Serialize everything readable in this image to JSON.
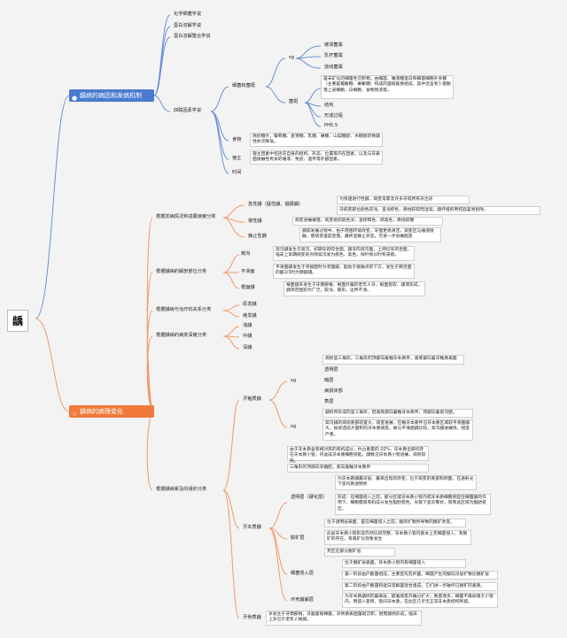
{
  "root": "龋",
  "branch1": {
    "label": "龋病的病因和发病机制",
    "theories": [
      "化学细菌学说",
      "蛋白溶解学说",
      "蛋白溶解螯合学说"
    ],
    "four_factors": "四联因素学说",
    "bacteria": "细菌和菌斑",
    "bacteria_types": [
      "链球菌属",
      "乳杆菌属",
      "放线菌属"
    ],
    "bacteria_s": "sg",
    "plaque": "菌斑",
    "plaque_desc": "是未矿化的细菌性沉积物，由细菌、唾液糖蛋白和细菌细胞外多糖（主要是葡聚糖、果聚糖）构成的菌斑基质组成，其中还含有少量脱落上皮细胞、白细胞、食物残渣等。",
    "plaque_items": [
      "结构",
      "形成过程",
      "PH5.5"
    ],
    "food": "食物",
    "food_desc": "除奶糖外，葡萄糖、麦芽糖、乳糖、果糖、山梨糖醇、木糖醇的致龋性依次降低。",
    "host": "宿主",
    "host_desc": "宿主因素中包括牙自身的结构、形态、位置等内在因素，以及与牙表面接触性有关的唾液、免疫、遗传等外部因素。",
    "time": "时间"
  },
  "branch2": {
    "label": "龋病的病理变化",
    "speed": "根据发病情况和进展速度分类",
    "speed_items": [
      {
        "name": "急性龋（猛性龋、猖獗龋）",
        "desc1": "为快速进行性龋，病变常累及许多牙或所有牙出牙",
        "desc2": "牙病变部位颜色较浅，呈浅棕色，质地较软而湿润，龋坏组织用挖匙容易刮除。"
      },
      {
        "name": "慢性龋",
        "desc1": "病变进展缓慢，病变组织颜色深，呈棕褐色、棕黑色，质地较硬"
      },
      {
        "name": "静止性龋",
        "desc1": "龋病发展过程中，由于周围环境改变，牙面更易清洁，病变区与唾液接触，使病变速度变慢，最终呈静止状态，无进一步进展趋势"
      }
    ],
    "anatomy": "根据龋病的解剖部位分类",
    "anatomy_items": [
      {
        "name": "窝沟",
        "desc": "窝沟龋发生于窝沟，初期牙的咬合面，龋牙的窝沟面，上颌切牙的舌面，临床上早期病变的点隙窝沟发为棕色、黑色，探针探诊时有滞留。"
      },
      {
        "name": "平滑面",
        "desc": "平滑面龋发生于邻接面时为邻面龋，起始于接触点的下方，发生于颊舌面的龈1/3时为颈部龋。"
      },
      {
        "name": "根面龋",
        "desc": "根面龋多发生于牙颈部根、根面外露的老年人牙，根面变软、龋洞形成，龋洞范围较为广泛，较浅，碟形，边界不清。"
      }
    ],
    "relation": "根据龋病与治疗的关系分类",
    "relation_items": [
      "原发龋",
      "继发龋"
    ],
    "depth": "根据龋病的病变深度分类",
    "depth_items": [
      "浅龋",
      "中龋",
      "深龋"
    ],
    "enamel": "牙釉质龋",
    "enamel_a": "sg",
    "enamel_a_desc": "病损呈三角形，三角形的顶部向着釉牙本质界，基底部向着牙釉质表面",
    "enamel_zones": [
      "透明层",
      "暗层",
      "病损体部",
      "表层"
    ],
    "enamel_b": "sg",
    "enamel_b_desc1": "龋损所形成的呈三角形，但基底部向着釉牙本质界，顶部向着窝沟壁。",
    "enamel_b_desc2": "窝沟龋的病损底部较宽大，病变进展，在釉牙本质界沿牙本质区域较平滑面龋大，很易造成大面积的牙本质病变。故与平滑面龋比较，窝沟龋进展快，程度严重。",
    "classification": "根据龋病累及的组织分类",
    "dentin": "牙本质龋",
    "dentin_desc1": "由于牙本质含有相对高的有机成分，约占重量的 20%，牙本质全部均存在牙本质小管，内含成牙本质细胞突起，龋致沿牙本质小管进展，病程较快。",
    "dentin_desc2": "三角形的顶部向牙髓腔，底向着釉牙本质界",
    "zones": [
      {
        "name": "透明层（硬化层）",
        "d1": "为牙本质龋最深层、最早出现的改变，位于病变的底部和侧面，在透射光下呈均质透明状",
        "d2": "形成：在细菌侵入之前，部分区域牙本质小管内或牙本质细胞突起在细菌酶的作用下，细胞膜等有机成分发生脂肪变性，光镜下呈云雾状，管周此区域为脂肪变区。"
      },
      {
        "name": "脱矿层",
        "d1": "位于透明层表面，是在细菌侵入之前，酸的扩散所导致的脱矿改变。",
        "d2": "此层牙本质小管形态仍然比较完整，牙本质小管内基本上无细菌侵入，有脱矿的存在，有再矿化现象发生",
        "d3": "死区在部分脱矿层"
      },
      {
        "name": "细菌侵入层",
        "d1": "位于脱矿层表面，牙本质小管内有细菌侵入",
        "d2": "第一阶段由产酸菌组成，主要首先乳杆菌，细菌产生的酸向深层扩散达脱矿层",
        "d3": "第二阶段由产酸菌和蛋白溶解菌混合组成，它们进一步破坏已脱矿的基质。"
      },
      {
        "name": "坏死崩解层",
        "d1": "为牙本质龋损的最表层，随着病变开展过扩大，数量增多，细菌不再局限于小管内，而侵入管周、管间牙本质，在此区几乎无正常牙本质结构残留。"
      }
    ],
    "cementum": "牙骨质龋",
    "cementum_desc": "多发生于牙颈部根，牙龈萎缩裸露，牙骨质表面菌斑沉积，继而龋损形成，临床上多见于老年人根龋。"
  }
}
